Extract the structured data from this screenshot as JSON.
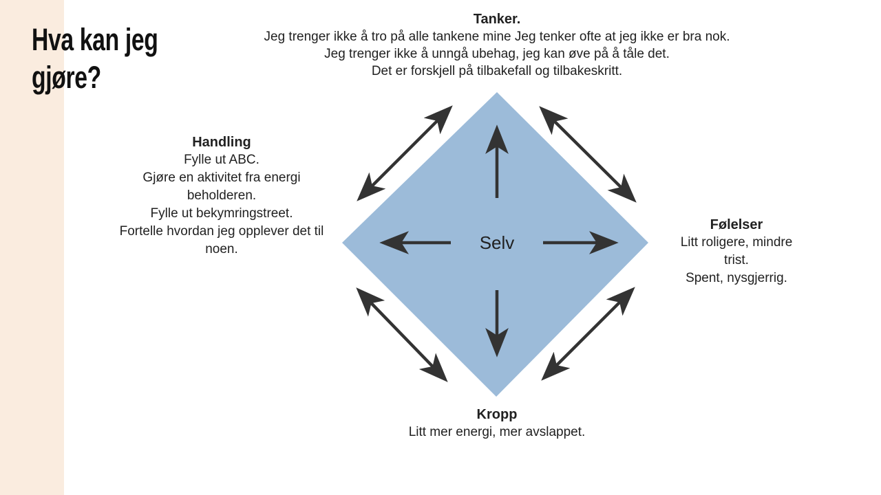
{
  "colors": {
    "accent_strip": "#FAECDF",
    "diamond": "#9CBBD9",
    "arrow": "#333333",
    "text": "#212121"
  },
  "title": {
    "line1": "Hva kan jeg",
    "line2": "gjøre?"
  },
  "diagram": {
    "center_label": "Selv"
  },
  "blocks": {
    "tanker": {
      "heading": "Tanker.",
      "lines": [
        "Jeg trenger ikke å tro på alle tankene mine Jeg tenker ofte at jeg ikke er bra nok.",
        "Jeg trenger ikke å unngå ubehag, jeg kan øve på å tåle det.",
        "Det er forskjell på tilbakefall og tilbakeskritt."
      ]
    },
    "handling": {
      "heading": "Handling",
      "lines": [
        "Fylle ut ABC.",
        "Gjøre en aktivitet fra energi beholderen.",
        "Fylle ut bekymringstreet.",
        "Fortelle hvordan jeg opplever det til noen."
      ]
    },
    "folelser": {
      "heading": "Følelser",
      "lines": [
        "Litt roligere, mindre trist.",
        "Spent, nysgjerrig."
      ]
    },
    "kropp": {
      "heading": "Kropp",
      "lines": [
        "Litt mer energi, mer avslappet."
      ]
    }
  }
}
